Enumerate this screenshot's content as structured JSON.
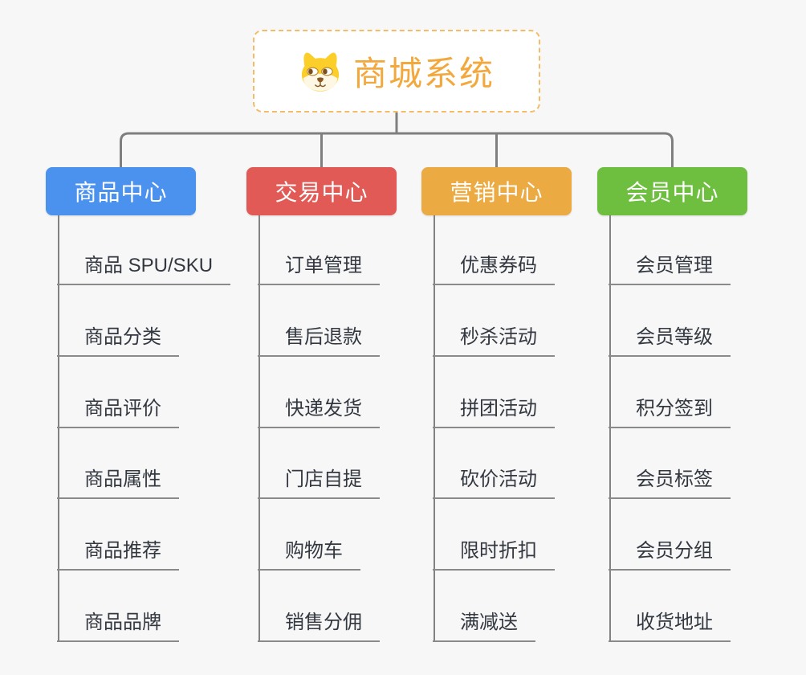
{
  "root": {
    "title": "商城系统",
    "icon": "dog-face",
    "title_color": "#F2A83C",
    "border_color": "#F4BC68"
  },
  "connectors": {
    "color": "#7F7F7F"
  },
  "branches": [
    {
      "label": "商品中心",
      "color": "#4B92EE",
      "children": [
        "商品 SPU/SKU",
        "商品分类",
        "商品评价",
        "商品属性",
        "商品推荐",
        "商品品牌"
      ]
    },
    {
      "label": "交易中心",
      "color": "#E25A55",
      "children": [
        "订单管理",
        "售后退款",
        "快递发货",
        "门店自提",
        "购物车",
        "销售分佣"
      ]
    },
    {
      "label": "营销中心",
      "color": "#EBAA42",
      "children": [
        "优惠券码",
        "秒杀活动",
        "拼团活动",
        "砍价活动",
        "限时折扣",
        "满减送"
      ]
    },
    {
      "label": "会员中心",
      "color": "#6EBF40",
      "children": [
        "会员管理",
        "会员等级",
        "积分签到",
        "会员标签",
        "会员分组",
        "收货地址"
      ]
    }
  ]
}
